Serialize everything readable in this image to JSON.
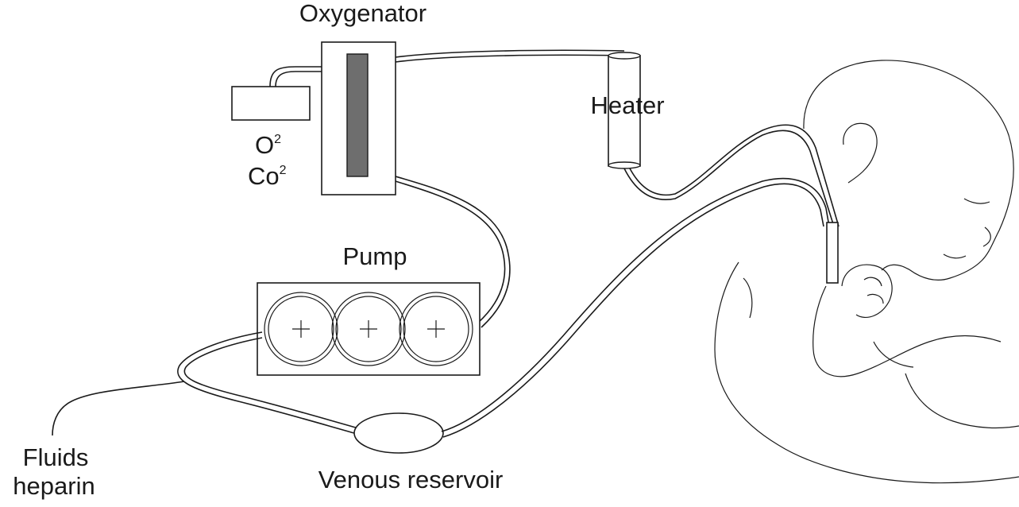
{
  "labels": {
    "oxygenator": "Oxygenator",
    "heater": "Heater",
    "o2_base": "O",
    "o2_sup": "2",
    "co2_base": "Co",
    "co2_sup": "2",
    "pump": "Pump",
    "fluids": "Fluids",
    "heparin": "heparin",
    "venous_reservoir": "Venous reservoir"
  },
  "colors": {
    "line": "#1a1a1a",
    "membrane": "#6e6e6e",
    "background": "#ffffff"
  }
}
